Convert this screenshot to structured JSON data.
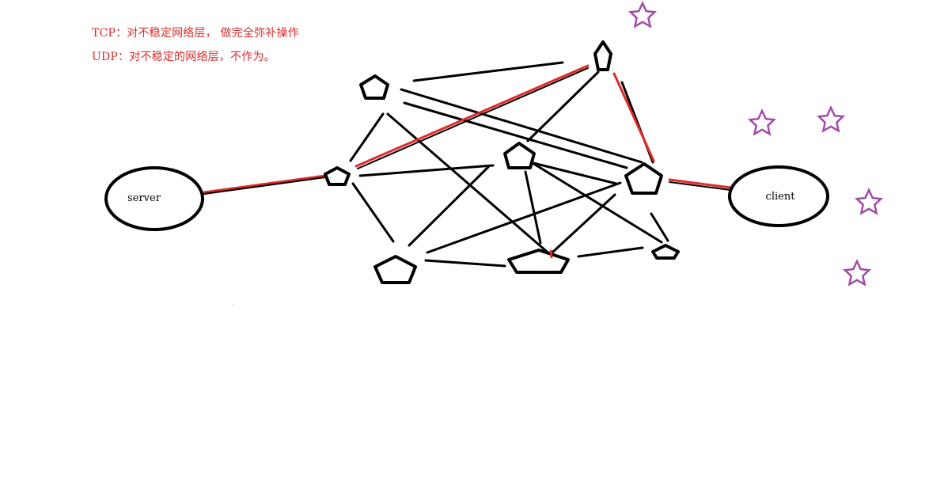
{
  "notes": {
    "tcp": "TCP：对不稳定网络层， 做完全弥补操作",
    "udp": "UDP：对不稳定的网络层，不作为。"
  },
  "endpoints": {
    "server_label": "server",
    "client_label": "client"
  },
  "colors": {
    "background": "#ffffff",
    "ink": "#000000",
    "path": "#e02a2a",
    "note": "#e02a2a",
    "star": "#a24aaa"
  },
  "icons": {
    "router": "pentagon-icon",
    "decoration": "star-icon"
  }
}
